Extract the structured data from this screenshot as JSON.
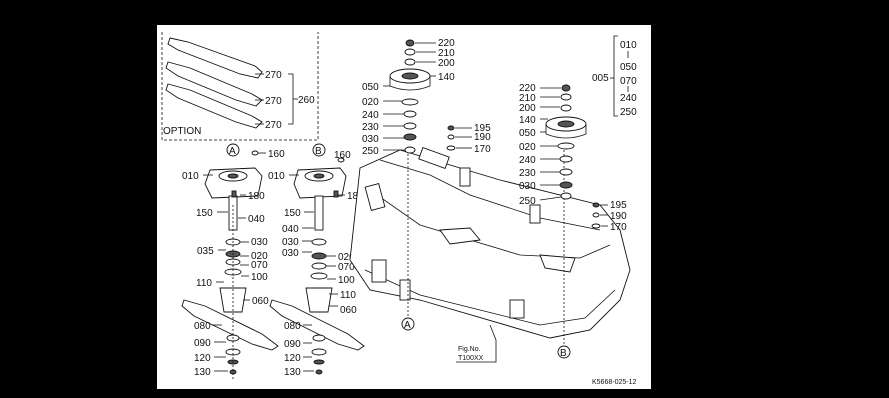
{
  "figure": {
    "option_label": "OPTION",
    "figure_ref_line1": "Fig.No.",
    "figure_ref_line2": "T100XX",
    "drawing_code": "K5668-025-12",
    "marker_a": "A",
    "marker_b": "B"
  },
  "callouts": {
    "opt_270a": "270",
    "opt_270b": "270",
    "opt_270c": "270",
    "opt_260": "260",
    "a_010": "010",
    "a_160": "160",
    "a_180": "180",
    "a_150": "150",
    "a_040": "040",
    "a_035": "035",
    "a_030": "030",
    "a_020": "020",
    "a_070": "070",
    "a_100": "100",
    "a_110": "110",
    "a_060": "060",
    "a_080": "080",
    "a_090": "090",
    "a_120": "120",
    "a_130": "130",
    "b_010": "010",
    "b_160": "160",
    "b_180": "180",
    "b_150": "150",
    "b_040": "040",
    "b_030": "030",
    "b_020": "020",
    "b_070": "070",
    "b_100": "100",
    "b_110": "110",
    "b_060": "060",
    "b_080": "080",
    "b_090": "090",
    "b_120": "120",
    "b_130": "130",
    "c_220": "220",
    "c_210": "210",
    "c_200": "200",
    "c_050": "050",
    "c_140": "140",
    "c_020": "020",
    "c_240": "240",
    "c_230": "230",
    "c_030": "030",
    "c_250": "250",
    "c_195": "195",
    "c_190": "190",
    "c_170": "170",
    "r_220": "220",
    "r_210": "210",
    "r_200": "200",
    "r_140": "140",
    "r_050": "050",
    "r_020": "020",
    "r_240": "240",
    "r_230": "230",
    "r_030": "030",
    "r_250": "250",
    "r_195": "195",
    "r_190": "190",
    "r_170": "170",
    "g_005": "005",
    "g_010": "010",
    "g_050": "050",
    "g_070": "070",
    "g_240": "240",
    "g_250": "250"
  }
}
